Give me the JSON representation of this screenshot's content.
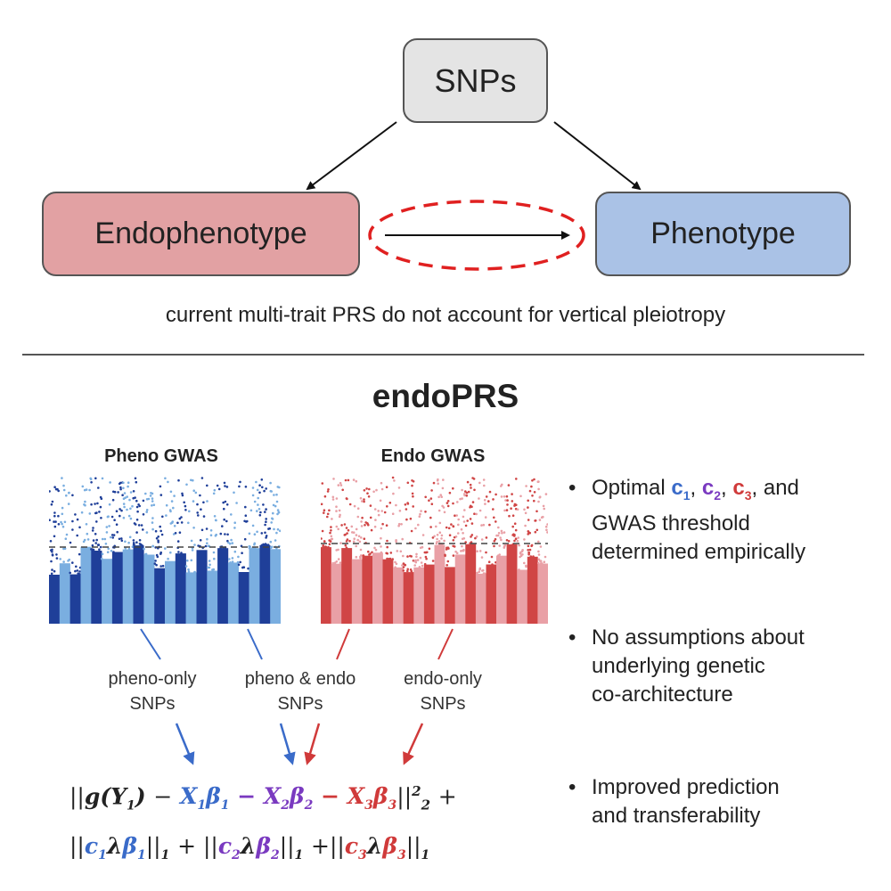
{
  "nodes": {
    "snps": "SNPs",
    "endophenotype": "Endophenotype",
    "phenotype": "Phenotype"
  },
  "caption": "current multi-trait PRS do not account for vertical pleiotropy",
  "method_title": "endoPRS",
  "gwas": {
    "pheno_title": "Pheno GWAS",
    "endo_title": "Endo GWAS"
  },
  "snp_categories": {
    "pheno_only": [
      "pheno-only",
      "SNPs"
    ],
    "shared": [
      "pheno & endo",
      "SNPs"
    ],
    "endo_only": [
      "endo-only",
      "SNPs"
    ]
  },
  "bullets": {
    "b1_prefix": "Optimal ",
    "c1": "c",
    "c2": "c",
    "c3": "c",
    "sub1": "1",
    "sub2": "2",
    "sub3": "3",
    "sep": ", ",
    "b1_suffix1": ", and",
    "b1_line2": "GWAS threshold",
    "b1_line3": "determined empirically",
    "b2_line1": "No assumptions about",
    "b2_line2": "underlying genetic",
    "b2_line3": "co-architecture",
    "b3_line1": "Improved prediction",
    "b3_line2": "and transferability",
    "bullet_char": "•"
  },
  "equation": {
    "line1": "||g(Y₁) − X₁β₁ − X₂β₂ − X₃β₃||²₂ +",
    "line2": "||c₁λβ₁||₁ + ||c₂λβ₂||₁ + ||c₃λβ₃||₁"
  },
  "colors": {
    "pheno_dark": "#1f3f99",
    "pheno_light": "#7aaee0",
    "endo_dark": "#d04545",
    "endo_light": "#e9a0a6",
    "shared": "#7a3ac0",
    "arrow_blue": "#3a6bc9",
    "arrow_red": "#d03a3a",
    "ellipse": "#e02020"
  }
}
